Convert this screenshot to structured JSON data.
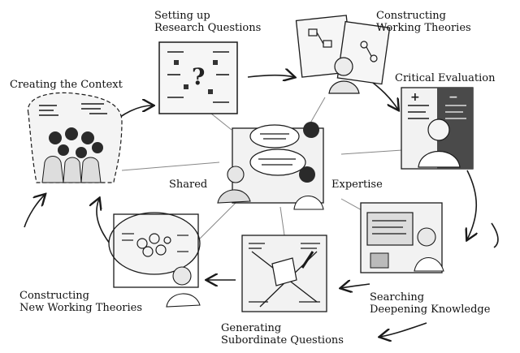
{
  "stages": {
    "creating_context": "Creating the Context",
    "research_questions": [
      "Setting up",
      "Research Questions"
    ],
    "constructing_working": [
      "Constructing",
      "Working Theories"
    ],
    "critical_evaluation": "Critical Evaluation",
    "searching": [
      "Searching",
      "Deepening Knowledge"
    ],
    "subordinate": [
      "Generating",
      "Subordinate Questions"
    ],
    "new_theories": [
      "Constructing",
      "New Working Theories"
    ]
  },
  "center": {
    "left_word": "Shared",
    "right_word": "Expertise"
  },
  "colors": {
    "ink": "#1a1a1a",
    "paper": "#f2f2f2",
    "dark_panel": "#4a4a4a"
  }
}
